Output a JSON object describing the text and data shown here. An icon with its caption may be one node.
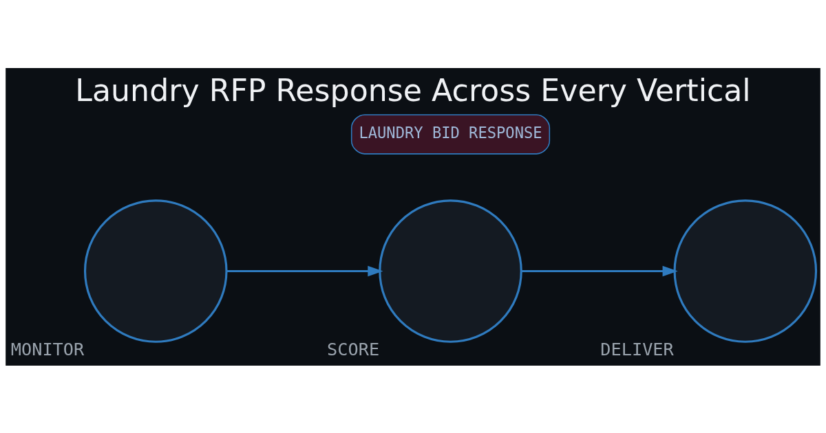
{
  "diagram": {
    "title": "Laundry RFP Response Across Every Vertical",
    "nodes": [
      {
        "text": [
          "LAUNDRY BID RESPONSE"
        ]
      },
      {
        "text": [
          "MONITOR"
        ]
      },
      {
        "text": [
          "SCORE"
        ]
      },
      {
        "text": [
          "DELIVER"
        ]
      }
    ],
    "edges": [
      {
        "from": 1,
        "to": 2,
        "arrow": "to"
      },
      {
        "from": 2,
        "to": 3,
        "arrow": "to"
      }
    ]
  }
}
